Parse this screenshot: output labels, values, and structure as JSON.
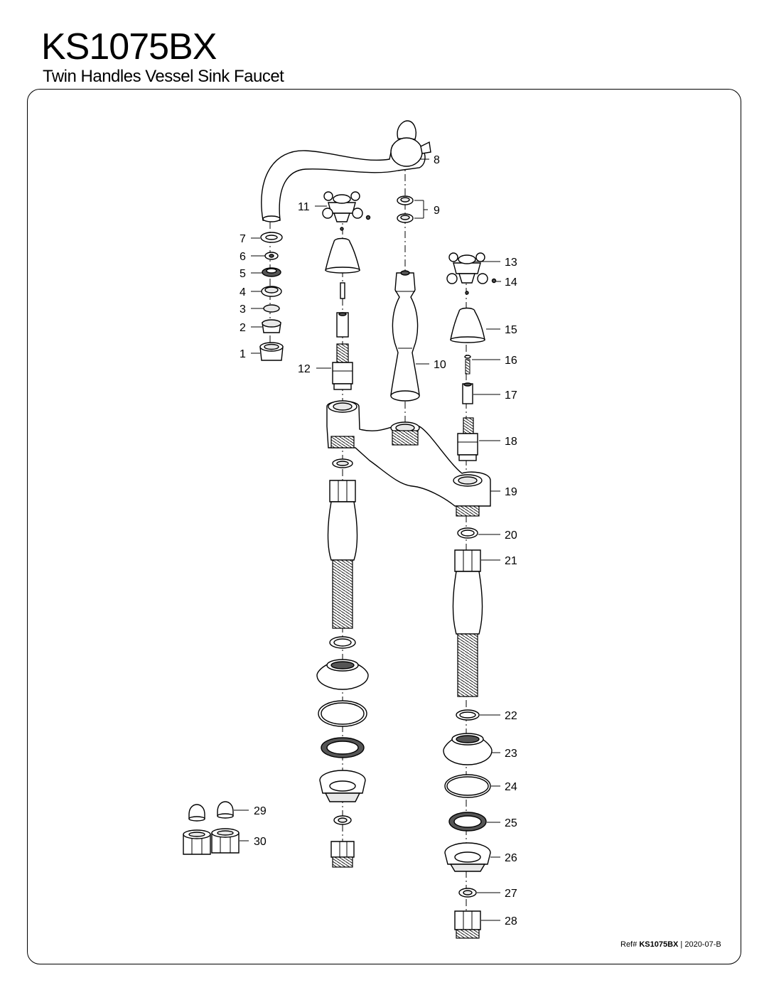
{
  "header": {
    "model": "KS1075BX",
    "description": "Twin Handles Vessel Sink Faucet"
  },
  "footer": {
    "ref_label": "Ref#",
    "ref_model": "KS1075BX",
    "ref_revision": "| 2020-07-B"
  },
  "callouts": [
    "1",
    "2",
    "3",
    "4",
    "5",
    "6",
    "7",
    "8",
    "9",
    "10",
    "11",
    "12",
    "13",
    "14",
    "15",
    "16",
    "17",
    "18",
    "19",
    "20",
    "21",
    "22",
    "23",
    "24",
    "25",
    "26",
    "27",
    "28",
    "29",
    "30"
  ]
}
